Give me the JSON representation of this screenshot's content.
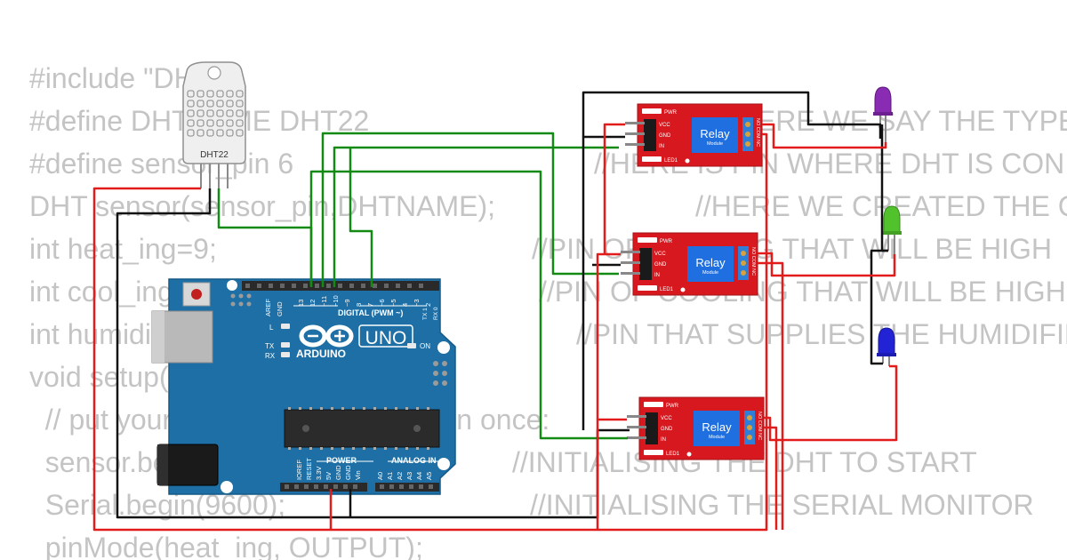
{
  "code": {
    "lines": [
      {
        "text": "#include \"DHT.h\"",
        "comment": ""
      },
      {
        "text": "#define DHTNAME DHT22",
        "comment": "//HERE WE SAY THE TYPE OF"
      },
      {
        "text": "#define sensor_pin 6",
        "comment": "//HERE IS PIN WHERE DHT IS CON"
      },
      {
        "text": "DHT sensor(sensor_pin,DHTNAME);",
        "comment": "//HERE WE CREATED THE C"
      },
      {
        "text": "int heat_ing=9;",
        "comment": "//PIN OF HEATING THAT WILL BE HIGH"
      },
      {
        "text": "int cool_ing=10;",
        "comment": "//PIN OF COOLING THAT WILL BE HIGH"
      },
      {
        "text": "int humidifier=11;",
        "comment": "//PIN THAT SUPPLIES THE HUMIDIFIE"
      },
      {
        "text": "void setup() {",
        "comment": ""
      },
      {
        "text": "  // put your setup code here, to run once:",
        "comment": ""
      },
      {
        "text": "  sensor.begin();",
        "comment": "//INITIALISING THE DHT TO START"
      },
      {
        "text": "  Serial.begin(9600);",
        "comment": "//INITIALISING THE SERIAL MONITOR"
      },
      {
        "text": "  pinMode(heat_ing, OUTPUT);",
        "comment": ""
      }
    ]
  },
  "sensor": {
    "label": "DHT22"
  },
  "arduino": {
    "brand": "ARDUINO",
    "model": "UNO",
    "on_label": "ON",
    "l_label": "L",
    "tx_label": "TX",
    "rx_label": "RX",
    "digital_label": "DIGITAL (PWM ~)",
    "power_label": "POWER",
    "analog_label": "ANALOG IN",
    "top_pins": [
      "AREF",
      "GND",
      "13",
      "12",
      "~11",
      "~10",
      "~9",
      "8",
      "7",
      "~6",
      "~5",
      "4",
      "~3",
      "2",
      "TX 1",
      "RX 0"
    ],
    "bottom_power_pins": [
      "IOREF",
      "RESET",
      "3.3V",
      "5V",
      "GND",
      "GND",
      "Vin"
    ],
    "bottom_analog_pins": [
      "A0",
      "A1",
      "A2",
      "A3",
      "A4",
      "A5"
    ]
  },
  "relay": {
    "title": "Relay",
    "subtitle": "Module",
    "pwr": "PWR",
    "led": "LED1",
    "pins": [
      "VCC",
      "GND",
      "IN"
    ],
    "terminals": "NO COM NC"
  },
  "colors": {
    "wire_red": "#e21b1b",
    "wire_black": "#111111",
    "wire_green": "#138a13",
    "board_blue": "#1d6fa5",
    "relay_red": "#d7191f",
    "relay_blue": "#1f6fe0",
    "led_purple": "#8a2bb3",
    "led_green": "#52c22c",
    "led_blue": "#2323d6"
  },
  "icons": [
    "arduino-infinity-icon",
    "reset-button-icon"
  ]
}
